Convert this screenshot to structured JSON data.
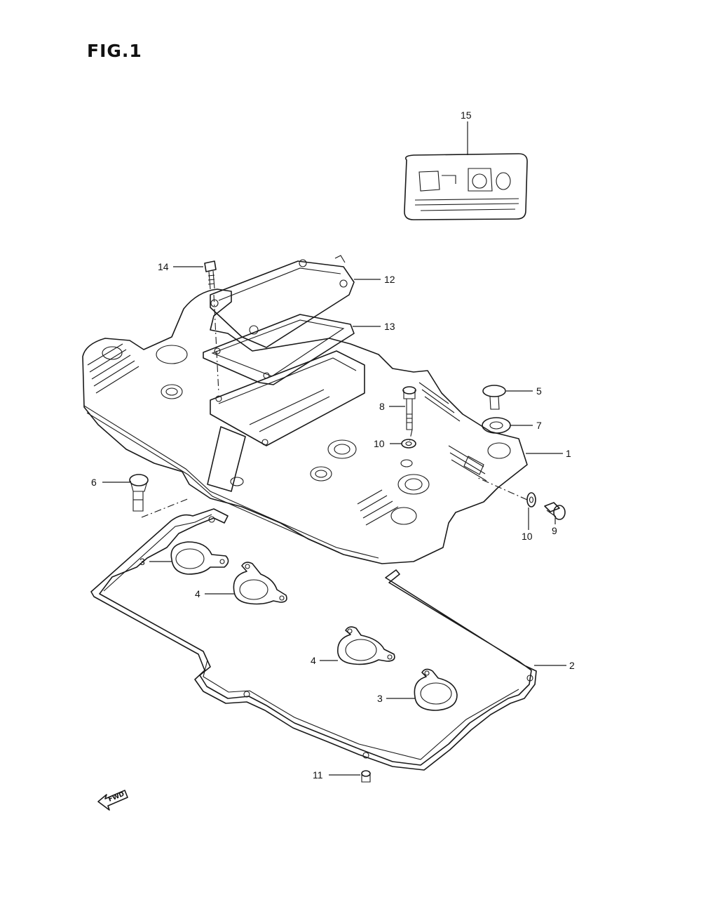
{
  "figure_title": "FIG.1",
  "fwd_label": "FWD",
  "callouts": [
    {
      "id": "15",
      "text": "15"
    },
    {
      "id": "14",
      "text": "14"
    },
    {
      "id": "12",
      "text": "12"
    },
    {
      "id": "13",
      "text": "13"
    },
    {
      "id": "5",
      "text": "5"
    },
    {
      "id": "8",
      "text": "8"
    },
    {
      "id": "7",
      "text": "7"
    },
    {
      "id": "10a",
      "text": "10"
    },
    {
      "id": "1",
      "text": "1"
    },
    {
      "id": "6",
      "text": "6"
    },
    {
      "id": "10b",
      "text": "10"
    },
    {
      "id": "9",
      "text": "9"
    },
    {
      "id": "3a",
      "text": "3"
    },
    {
      "id": "4a",
      "text": "4"
    },
    {
      "id": "4b",
      "text": "4"
    },
    {
      "id": "2",
      "text": "2"
    },
    {
      "id": "3b",
      "text": "3"
    },
    {
      "id": "11",
      "text": "11"
    }
  ]
}
